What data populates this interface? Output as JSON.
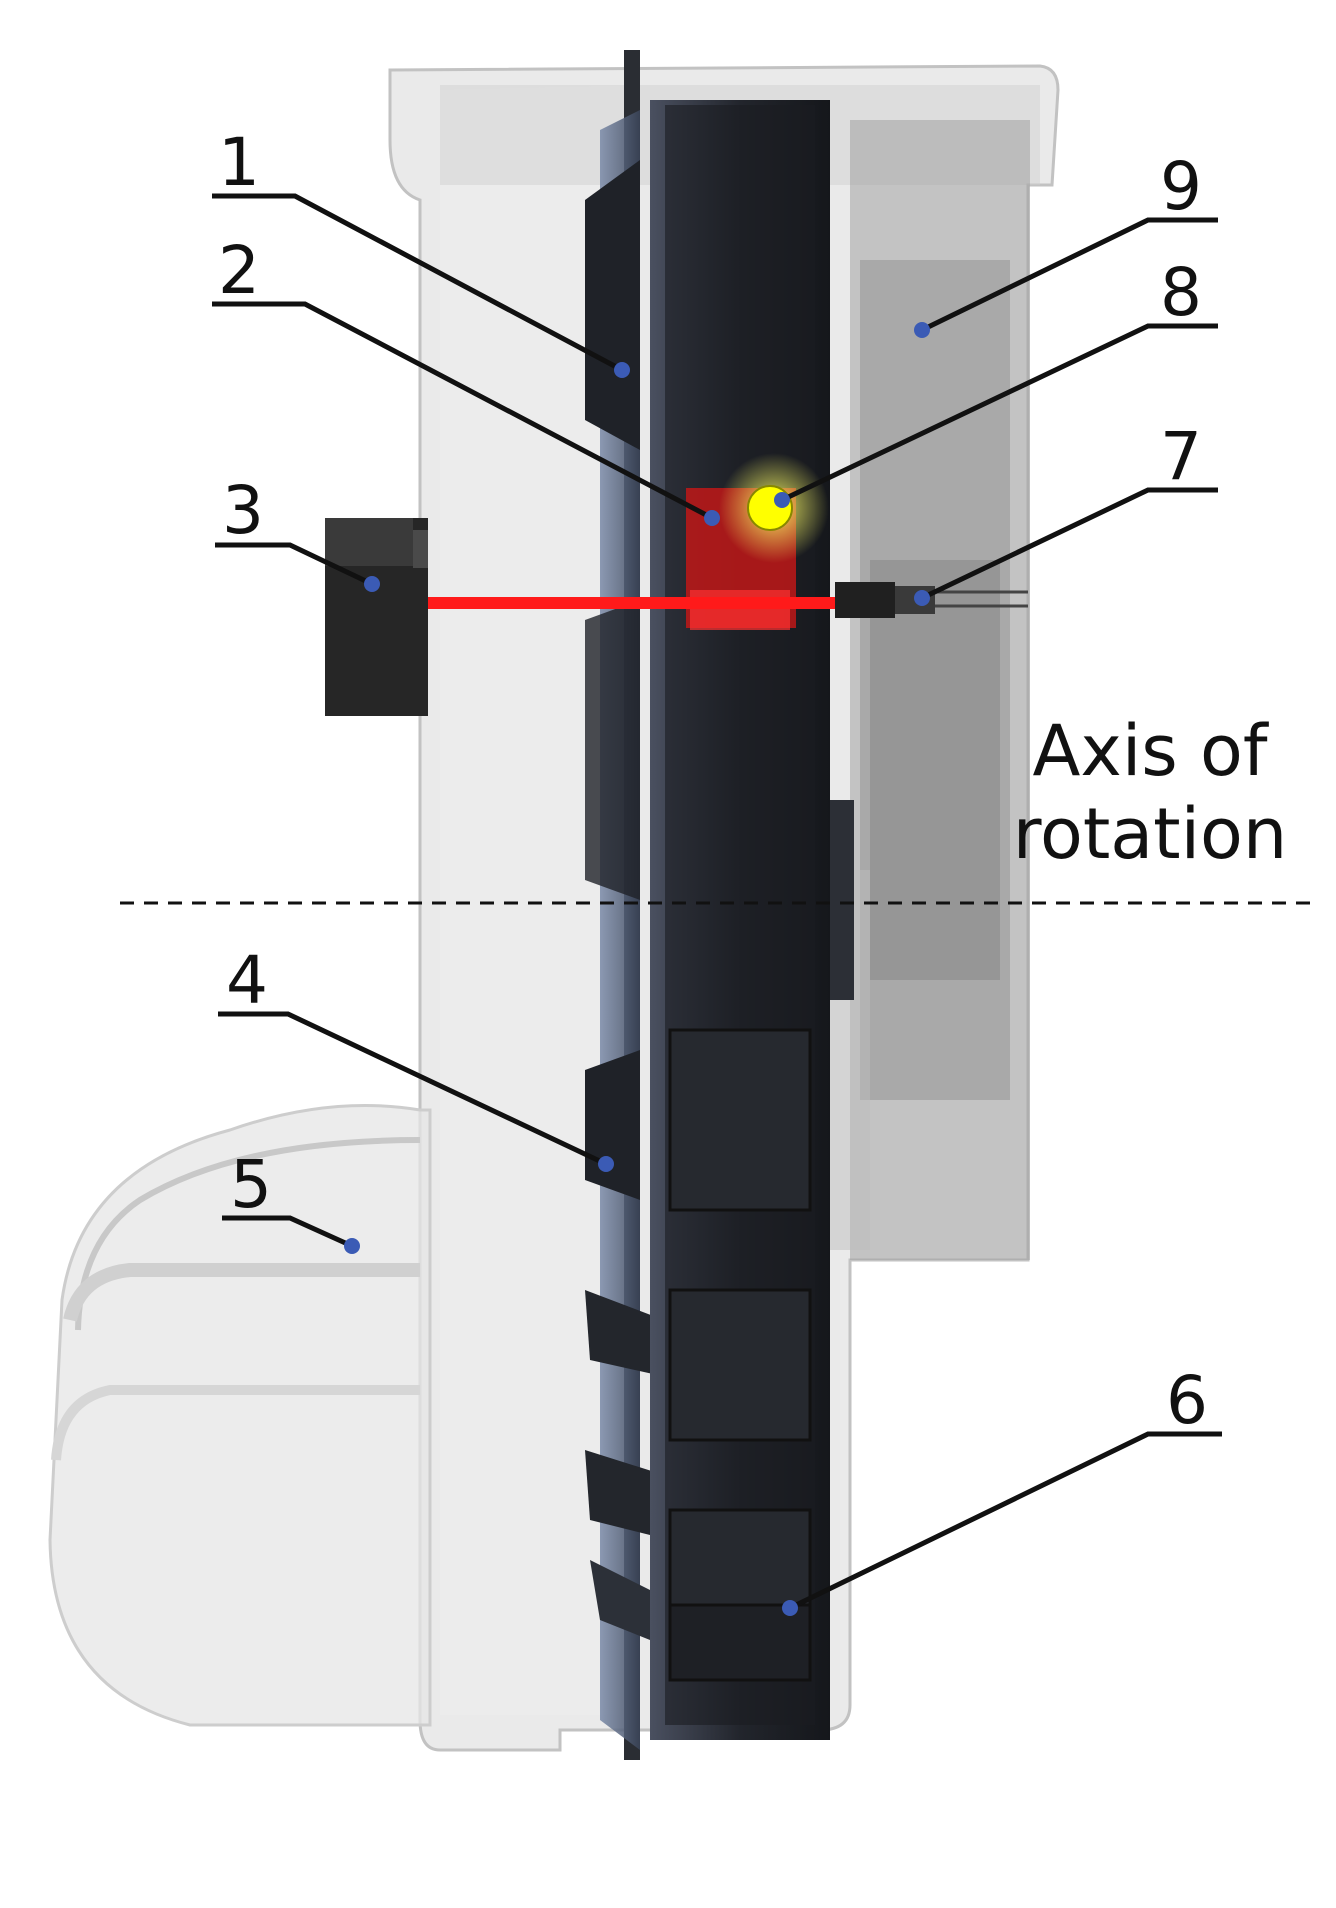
{
  "labels": {
    "l1": "1",
    "l2": "2",
    "l3": "3",
    "l4": "4",
    "l5": "5",
    "l6": "6",
    "l7": "7",
    "l8": "8",
    "l9": "9"
  },
  "axis": {
    "line1": "Axis of",
    "line2": "rotation"
  },
  "colors": {
    "laser": "#ff1a1a",
    "marker_dot": "#3b5bb5",
    "led": "#ffff00"
  }
}
